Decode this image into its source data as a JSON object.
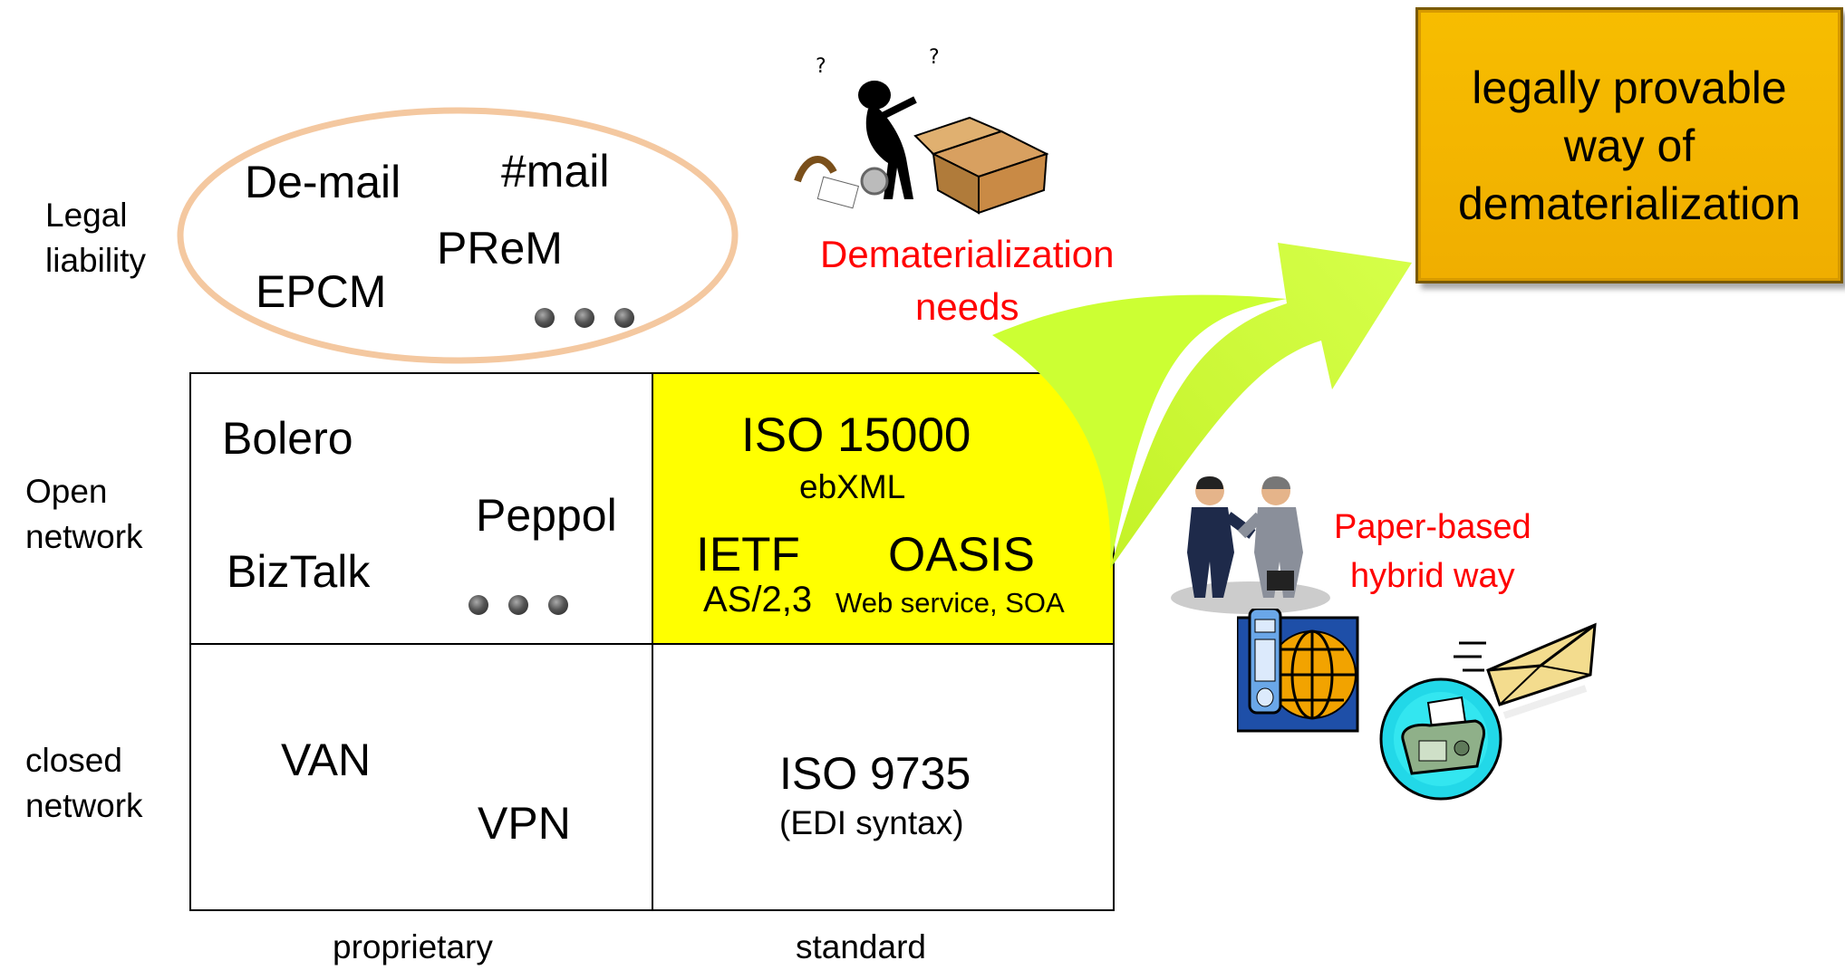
{
  "rows": {
    "legal": "Legal\nliability",
    "open": "Open\nnetwork",
    "closed": "closed\nnetwork"
  },
  "columns": {
    "proprietary": "proprietary",
    "standard": "standard"
  },
  "legal_items": [
    "De-mail",
    "#mail",
    "PReM",
    "EPCM"
  ],
  "open_proprietary": [
    "Bolero",
    "Peppol",
    "BizTalk"
  ],
  "open_standard": {
    "iso": "ISO 15000",
    "ebxml": "ebXML",
    "ietf": "IETF",
    "oasis": "OASIS",
    "as": "AS/2,3",
    "web": "Web service, SOA"
  },
  "closed_proprietary": [
    "VAN",
    "VPN"
  ],
  "closed_standard": {
    "iso": "ISO 9735",
    "edi": "(EDI syntax)"
  },
  "dematerialization_needs": "Dematerialization\nneeds",
  "paper_based": "Paper-based\nhybrid way",
  "goal_box": "legally provable\nway of\ndematerialization",
  "colors": {
    "oval_border": "#f4c8a0",
    "highlight": "#ffff00",
    "arrow": "#ccff33",
    "gold": "#f2b400",
    "red_text": "#ff0000"
  }
}
